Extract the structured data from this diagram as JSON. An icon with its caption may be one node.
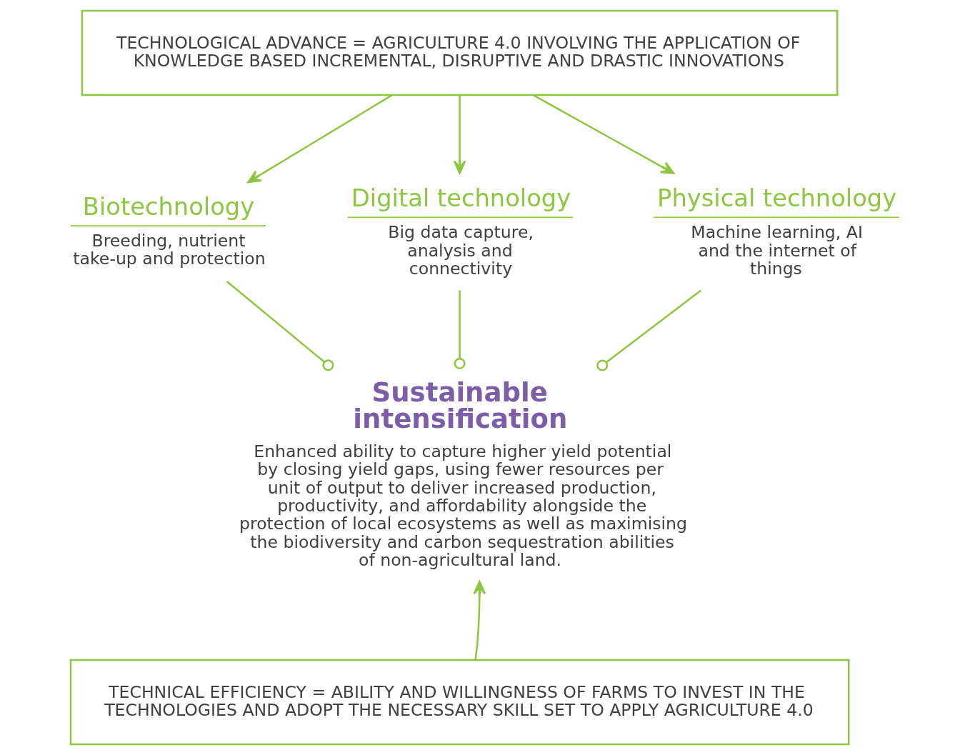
{
  "diagram": {
    "nodes": [
      {
        "text": [
          "TECHNOLOGICAL ADVANCE = AGRICULTURE 4.0 INVOLVING THE APPLICATION OF KNOWLEDGE BASED INCREMENTAL, DISRUPTIVE AND DRASTIC INNOVATIONS"
        ]
      },
      {
        "text": [
          "Biotechnology",
          "Breeding, nutrient take-up and protection"
        ]
      },
      {
        "text": [
          "Digital technology",
          "Big data capture, analysis and connectivity"
        ]
      },
      {
        "text": [
          "Physical technology",
          "Machine learning, AI and the internet of things"
        ]
      },
      {
        "text": [
          "Sustainable intensification",
          "Enhanced ability to capture higher yield potential by closing yield gaps, using fewer resources per unit of output to deliver increased production, productivity, and affordability alongside the protection of local ecosystems as well as maximising the biodiversity and carbon sequestration abilities of non-agricultural land."
        ]
      },
      {
        "text": [
          "TECHNICAL EFFICIENCY = ABILITY AND WILLINGNESS OF FARMS TO INVEST IN THE TECHNOLOGIES AND ADOPT THE NECESSARY SKILL SET TO APPLY AGRICULTURE 4.0"
        ]
      }
    ],
    "edges": [
      {
        "from": 0,
        "to": 1,
        "arrow": "to"
      },
      {
        "from": 0,
        "to": 2,
        "arrow": "to"
      },
      {
        "from": 0,
        "to": 3,
        "arrow": "to"
      },
      {
        "from": 1,
        "to": 4,
        "arrow": "other"
      },
      {
        "from": 2,
        "to": 4,
        "arrow": "other"
      },
      {
        "from": 3,
        "to": 4,
        "arrow": "other"
      },
      {
        "from": 5,
        "to": 4,
        "arrow": "to"
      }
    ]
  }
}
